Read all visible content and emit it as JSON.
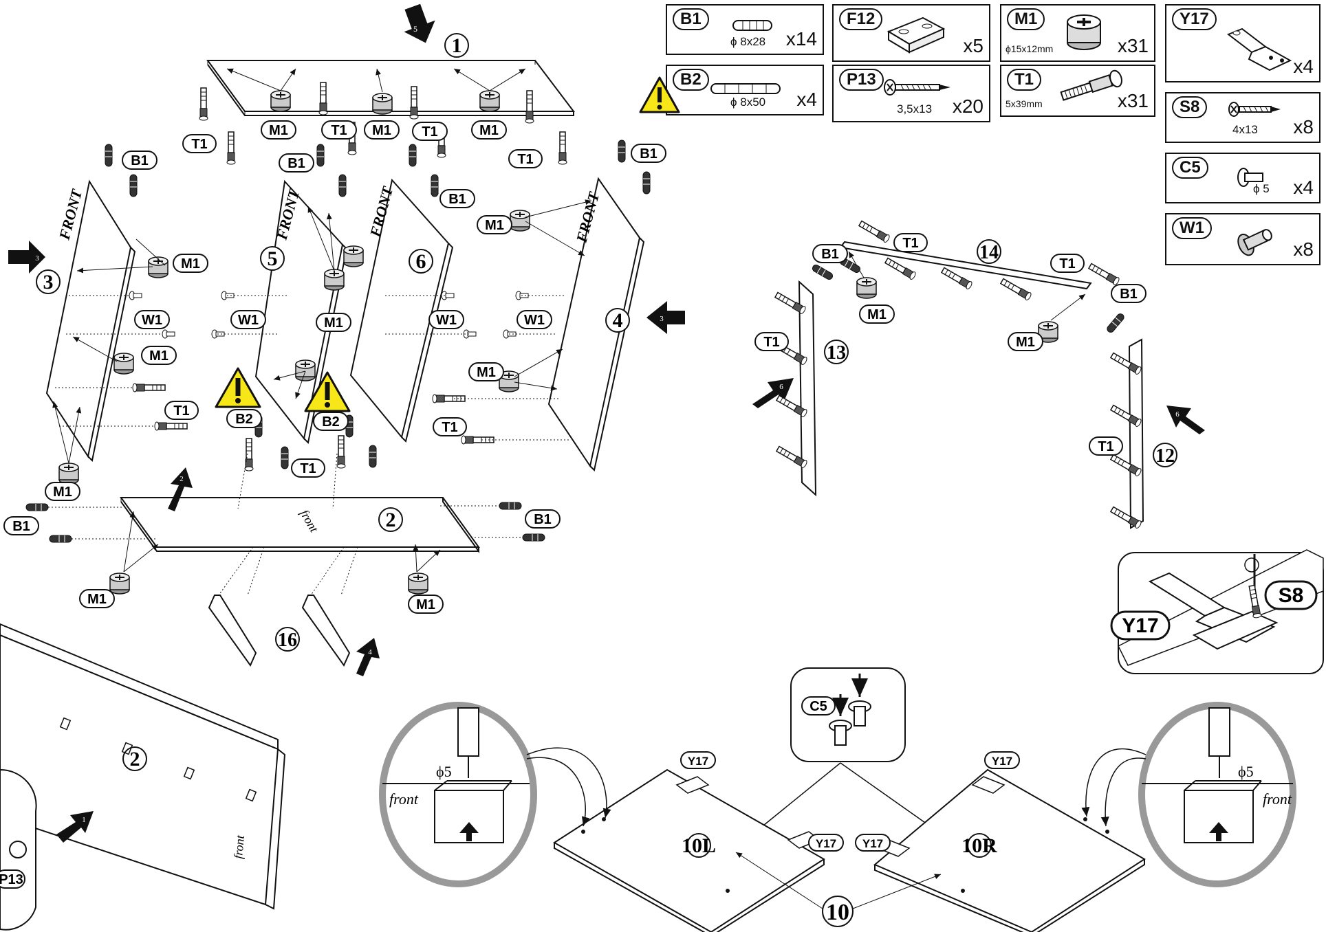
{
  "parts": [
    {
      "code": "B1",
      "size": "ϕ 8x28",
      "qty": "x14"
    },
    {
      "code": "B2",
      "size": "ϕ 8x50",
      "qty": "x4"
    },
    {
      "code": "F12",
      "size": "",
      "qty": "x5"
    },
    {
      "code": "P13",
      "size": "3,5x13",
      "qty": "x20"
    },
    {
      "code": "M1",
      "size": "ϕ15x12mm",
      "qty": "x31"
    },
    {
      "code": "T1",
      "size": "5x39mm",
      "qty": "x31"
    },
    {
      "code": "Y17",
      "size": "",
      "qty": "x4"
    },
    {
      "code": "S8",
      "size": "4x13",
      "qty": "x8"
    },
    {
      "code": "C5",
      "size": "ϕ 5",
      "qty": "x4"
    },
    {
      "code": "W1",
      "size": "",
      "qty": "x8"
    }
  ],
  "panels": {
    "p1": "1",
    "p2": "2",
    "p3": "3",
    "p4": "4",
    "p5": "5",
    "p6": "6",
    "p10": "10",
    "p10L": "10L",
    "p10R": "10R",
    "p12": "12",
    "p13": "13",
    "p14": "14",
    "p16": "16"
  },
  "steps": {
    "s1": "1",
    "s2": "2",
    "s3": "3",
    "s3b": "3",
    "s4": "4",
    "s5": "5",
    "s6a": "6",
    "s6b": "6"
  },
  "text": {
    "front": "FRONT",
    "front_small": "front",
    "dia5": "ϕ5"
  },
  "codes": {
    "B1": "B1",
    "B2": "B2",
    "M1": "M1",
    "T1": "T1",
    "W1": "W1",
    "Y17": "Y17",
    "S8": "S8",
    "C5": "C5",
    "P13": "P13"
  }
}
